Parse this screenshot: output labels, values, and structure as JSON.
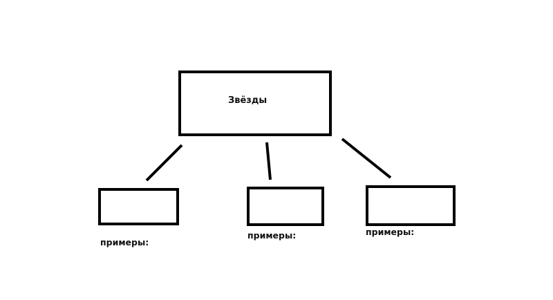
{
  "root": {
    "label": "Звёзды"
  },
  "children": [
    {
      "label": "примеры:"
    },
    {
      "label": "примеры:"
    },
    {
      "label": "примеры:"
    }
  ],
  "colors": {
    "stroke": "#000000",
    "background": "#ffffff"
  }
}
